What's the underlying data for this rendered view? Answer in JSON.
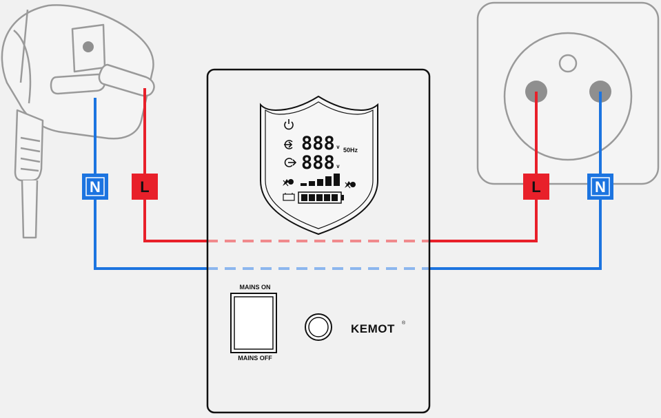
{
  "wiring": {
    "plug_labels": {
      "neutral": "N",
      "live": "L"
    },
    "socket_labels": {
      "live": "L",
      "neutral": "N"
    },
    "colors": {
      "live": "#e8202a",
      "neutral": "#1c74e0",
      "live_faded": "#f08a8d",
      "neutral_faded": "#8cb6ee",
      "badge_text_neutral": "#ffffff",
      "badge_text_live": "#111111",
      "outline_gray": "#9a9a9a",
      "device_border": "#111111"
    }
  },
  "device": {
    "brand": "KEMOT",
    "brand_mark": "®",
    "switch": {
      "top_label": "MAINS ON",
      "bottom_label": "MAINS OFF"
    },
    "display": {
      "input_voltage": "888",
      "input_unit": "v",
      "output_voltage": "888",
      "output_unit": "v",
      "frequency": "50Hz",
      "icons": [
        "power-icon",
        "input-icon",
        "output-icon",
        "load-icon",
        "battery-icon",
        "signal-bars-icon",
        "battery-level-icon"
      ]
    }
  }
}
